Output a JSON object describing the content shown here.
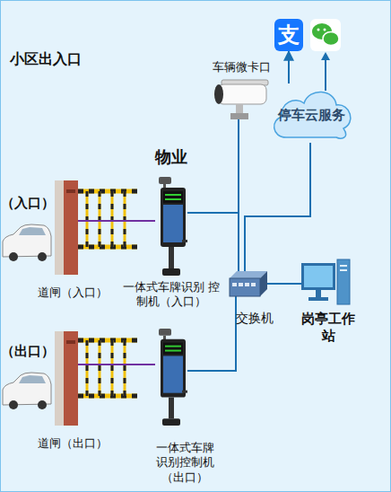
{
  "diagram": {
    "title": "小区出入口",
    "nodes": [
      {
        "text": [
          "支"
        ]
      },
      {
        "text": [
          "车辆微卡口"
        ]
      },
      {
        "text": [
          "停车云服务"
        ]
      },
      {
        "text": [
          "道闸（入口）"
        ]
      },
      {
        "text": [
          "一体式车牌识别 控制机（入口）"
        ]
      },
      {
        "text": [
          "交换机"
        ]
      },
      {
        "text": [
          "岗亭工作 站"
        ]
      },
      {
        "text": [
          "道闸（出口）"
        ]
      },
      {
        "text": [
          "一体式车牌 识别控制机 （出口）"
        ]
      }
    ],
    "edges": [
      {
        "from": 2,
        "to": 0,
        "arrow": "to"
      },
      {
        "from": 1,
        "to": 5,
        "arrow": "none"
      },
      {
        "from": 2,
        "to": 5,
        "arrow": "none"
      },
      {
        "from": 3,
        "to": 4,
        "arrow": "none"
      },
      {
        "from": 4,
        "to": 5,
        "arrow": "none"
      },
      {
        "from": 5,
        "to": 6,
        "arrow": "none"
      },
      {
        "from": 7,
        "to": 8,
        "arrow": "none"
      },
      {
        "from": 8,
        "to": 5,
        "arrow": "none"
      }
    ],
    "labels": [
      "物业",
      "（入口）",
      "（出口）"
    ]
  }
}
